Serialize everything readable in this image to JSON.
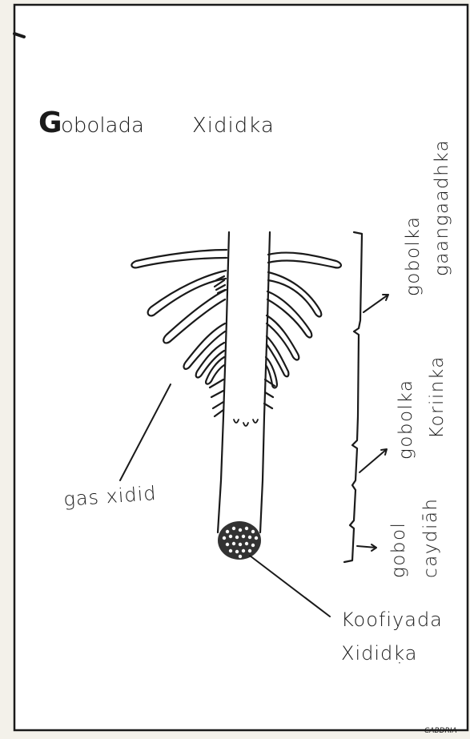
{
  "title": {
    "initial": "G",
    "rest": "obolada",
    "second_word": "Xididka"
  },
  "labels": {
    "zone_maturation_line1": "gobolka",
    "zone_maturation_line2": "gaangaadhka",
    "zone_elongation_line1": "gobolka",
    "zone_elongation_line2": "Koriinka",
    "zone_division_line1": "gobol",
    "zone_division_line2": "caydiāh",
    "root_hair": "gas xidid",
    "root_cap_line1": "Koofiyada",
    "root_cap_line2": "Xididḳa"
  },
  "footer": {
    "credit": "CABDRIA"
  },
  "colors": {
    "ink": "#1a1a1a",
    "paper": "#ffffff",
    "background": "#f3f1ea"
  }
}
